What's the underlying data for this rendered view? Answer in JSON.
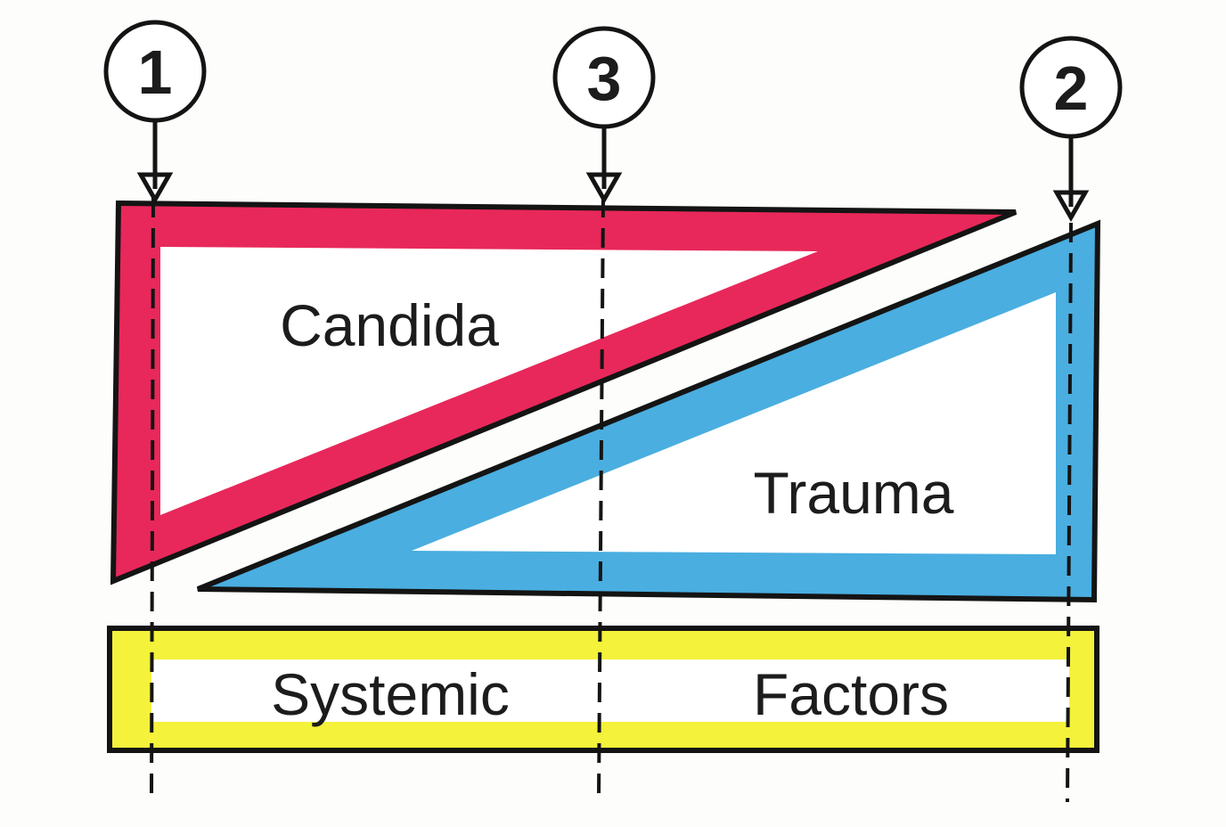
{
  "markers": [
    {
      "id": "1",
      "label": "1"
    },
    {
      "id": "3",
      "label": "3"
    },
    {
      "id": "2",
      "label": "2"
    }
  ],
  "regions": {
    "candida": {
      "label": "Candida",
      "color": "#e8285a"
    },
    "trauma": {
      "label": "Trauma",
      "color": "#4aaee0"
    },
    "systemic": {
      "label_left": "Systemic",
      "label_right": "Factors",
      "color": "#f4f23a"
    }
  },
  "colors": {
    "outline": "#141414",
    "background": "#fdfdfb"
  }
}
